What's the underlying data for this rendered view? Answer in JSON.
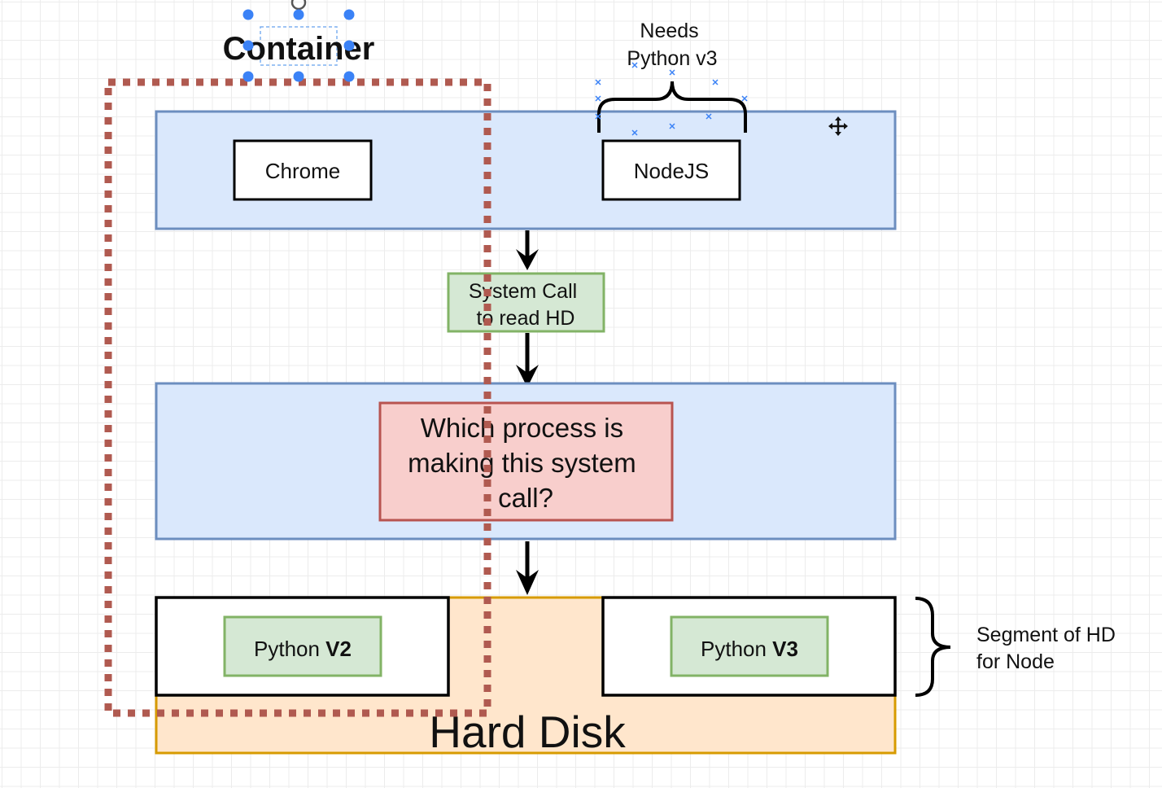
{
  "diagram": {
    "container_label": "Container",
    "needs_label": [
      "Needs",
      "Python v3"
    ],
    "user_space": {
      "processes": [
        {
          "label": "Chrome"
        },
        {
          "label": "NodeJS"
        }
      ]
    },
    "system_call": [
      "System Call",
      "to read HD"
    ],
    "kernel_question": [
      "Which process is",
      "making this system",
      "call?"
    ],
    "hard_disk": {
      "label": "Hard Disk",
      "segments": [
        {
          "prefix": "Python ",
          "bold": "V2"
        },
        {
          "prefix": "Python ",
          "bold": "V3"
        }
      ]
    },
    "segment_note": [
      "Segment of HD",
      "for Node"
    ],
    "colors": {
      "user_space_fill": "#dae8fc",
      "user_space_stroke": "#6c8ebf",
      "syscall_fill": "#d5e8d4",
      "syscall_stroke": "#82b366",
      "question_fill": "#f8cecc",
      "question_stroke": "#b85450",
      "hard_disk_fill": "#ffe6cc",
      "hard_disk_stroke": "#d79b00",
      "container_stroke": "#b05a50",
      "selection": "#3b82f6"
    }
  }
}
